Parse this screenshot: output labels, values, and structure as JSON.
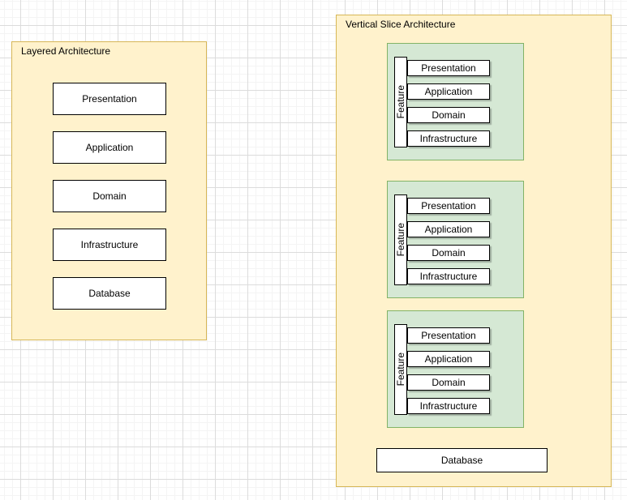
{
  "canvas": {
    "background": "#ffffff",
    "grid_minor_color": "#f4f4f4",
    "grid_major_color": "#dcdcdc"
  },
  "colors": {
    "container_fill": "#fff2cc",
    "container_border": "#d6b656",
    "slice_fill": "#d5e8d4",
    "slice_border": "#82b366",
    "box_fill": "#ffffff",
    "box_border": "#000000",
    "text": "#000000"
  },
  "layered": {
    "title": "Layered Architecture",
    "layers": [
      "Presentation",
      "Application",
      "Domain",
      "Infrastructure",
      "Database"
    ]
  },
  "vertical": {
    "title": "Vertical Slice Architecture",
    "slices": [
      {
        "label": "Feature",
        "layers": [
          "Presentation",
          "Application",
          "Domain",
          "Infrastructure"
        ]
      },
      {
        "label": "Feature",
        "layers": [
          "Presentation",
          "Application",
          "Domain",
          "Infrastructure"
        ]
      },
      {
        "label": "Feature",
        "layers": [
          "Presentation",
          "Application",
          "Domain",
          "Infrastructure"
        ]
      }
    ],
    "database": "Database"
  }
}
